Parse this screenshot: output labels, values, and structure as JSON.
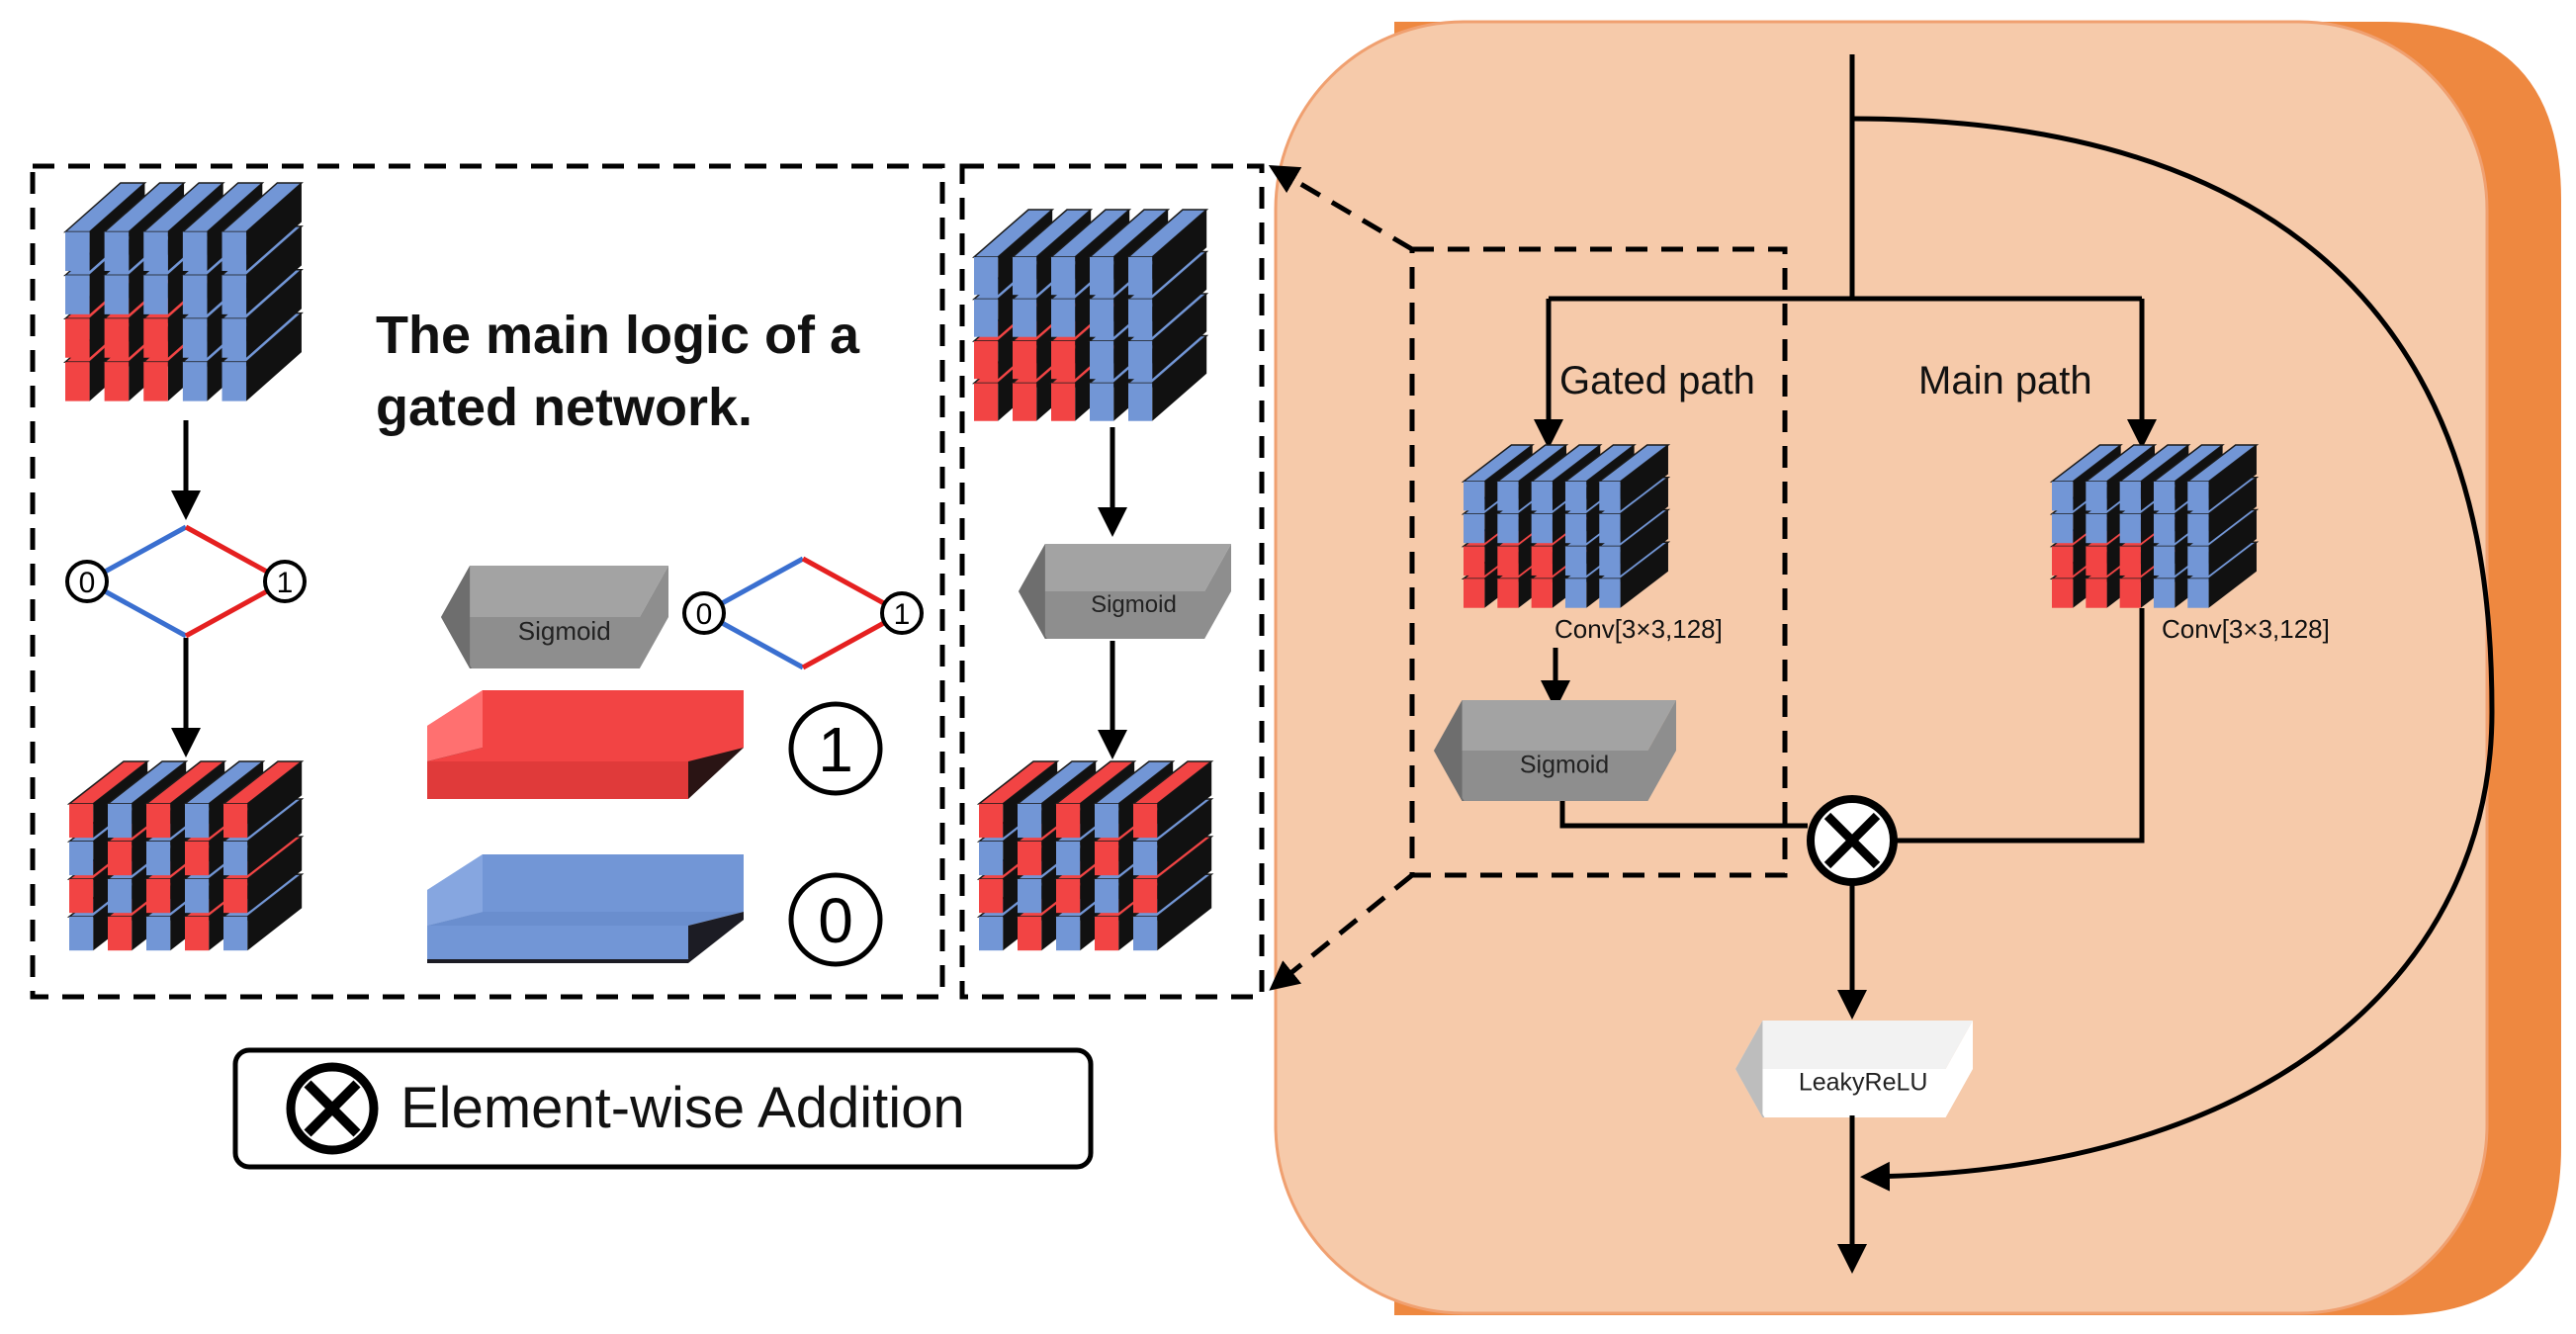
{
  "colors": {
    "block_bg": "#F6CAAA",
    "block_shadow": "#EE8840",
    "block_border": "#F0A070",
    "cube_blue": "#7296D6",
    "cube_red": "#F24444",
    "cube_black": "#111111",
    "sigmoid_top": "#A3A3A3",
    "sigmoid_front": "#8E8E8E",
    "sigmoid_side": "#6E6E6E",
    "leaky_front": "#FFFFFF",
    "leaky_side": "#BDBDBD",
    "gate_zero": "#3A6FD0",
    "gate_one": "#E52020"
  },
  "icons": [
    "feature-cube-icon",
    "gate-diamond-icon",
    "sigmoid-prism-icon",
    "one-bar-icon",
    "zero-bar-icon",
    "element-wise-op-icon",
    "leaky-relu-prism-icon"
  ],
  "logic_panel": {
    "caption_line1": "The main logic of a",
    "caption_line2": "gated network.",
    "gate_zero_label": "0",
    "gate_one_label": "1",
    "sigmoid_label": "Sigmoid",
    "one_label": "1",
    "zero_label": "0"
  },
  "middle_panel": {
    "sigmoid_label": "Sigmoid"
  },
  "legend": {
    "text": "Element-wise Addition"
  },
  "block": {
    "gated_path_label": "Gated path",
    "main_path_label": "Main path",
    "gated_conv_label": "Conv[3×3,128]",
    "main_conv_label": "Conv[3×3,128]",
    "sigmoid_label": "Sigmoid",
    "activation_label": "LeakyReLU"
  }
}
